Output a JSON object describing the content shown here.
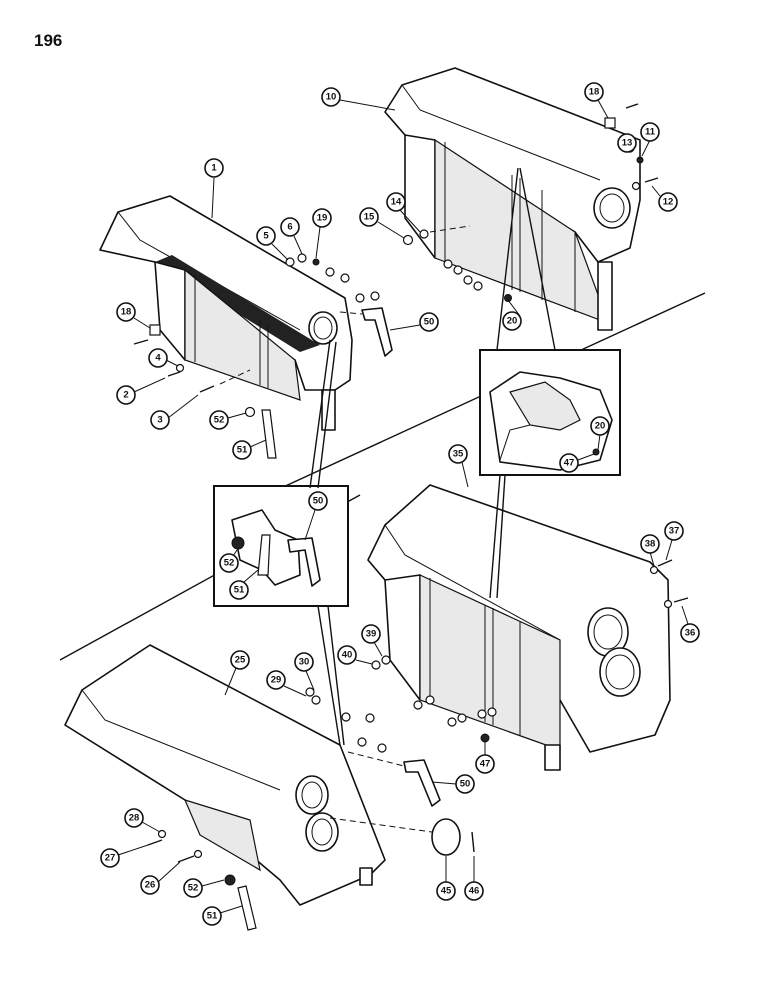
{
  "page": {
    "number": "196"
  },
  "callouts": {
    "c1": "1",
    "c2": "2",
    "c3": "3",
    "c4": "4",
    "c5": "5",
    "c6": "6",
    "c10": "10",
    "c11": "11",
    "c12": "12",
    "c13": "13",
    "c14": "14",
    "c15": "15",
    "c18a": "18",
    "c18b": "18",
    "c19": "19",
    "c20a": "20",
    "c20b": "20",
    "c25": "25",
    "c26": "26",
    "c27": "27",
    "c28": "28",
    "c29": "29",
    "c30": "30",
    "c35": "35",
    "c36": "36",
    "c37": "37",
    "c38": "38",
    "c39": "39",
    "c40": "40",
    "c45": "45",
    "c46": "46",
    "c47a": "47",
    "c47b": "47",
    "c50a": "50",
    "c50b": "50",
    "c50c": "50",
    "c51a": "51",
    "c51b": "51",
    "c51c": "51",
    "c52a": "52",
    "c52b": "52",
    "c52c": "52"
  }
}
